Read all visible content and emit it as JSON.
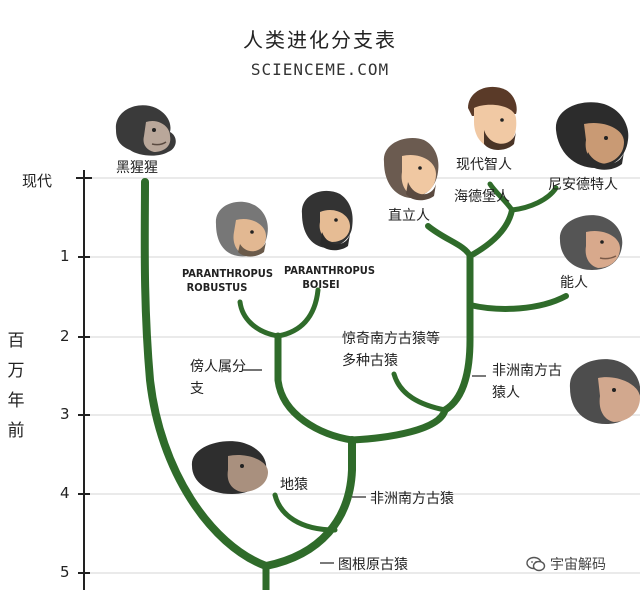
{
  "title": "人类进化分支表",
  "subtitle": "SCIENCEME.COM",
  "axis": {
    "unit_label": "百万年前",
    "ticks": [
      "现代",
      "1",
      "2",
      "3",
      "4",
      "5"
    ]
  },
  "species": {
    "chimpanzee": "黑猩猩",
    "homo_sapiens": "现代智人",
    "heidelbergensis": "海德堡人",
    "neanderthal": "尼安德特人",
    "homo_erectus": "直立人",
    "homo_habilis": "能人",
    "paranthropus_robustus": "PARANTHROPUS ROBUSTUS",
    "paranthropus_boisei": "PARANTHROPUS BOISEI",
    "paranthropus_branch": "傍人属分支",
    "surprising_australopiths": "惊奇南方古猿等多种古猿",
    "australopithecus_africanus": "非洲南方古猿人",
    "ardipithecus": "地猿",
    "australopithecus_afarensis": "非洲南方古猿",
    "tugenensis": "图根原古猿"
  },
  "watermark": "宇宙解码",
  "colors": {
    "branch": "#2f6b2a",
    "axis": "#222222",
    "gridline": "#cfcfcf"
  }
}
